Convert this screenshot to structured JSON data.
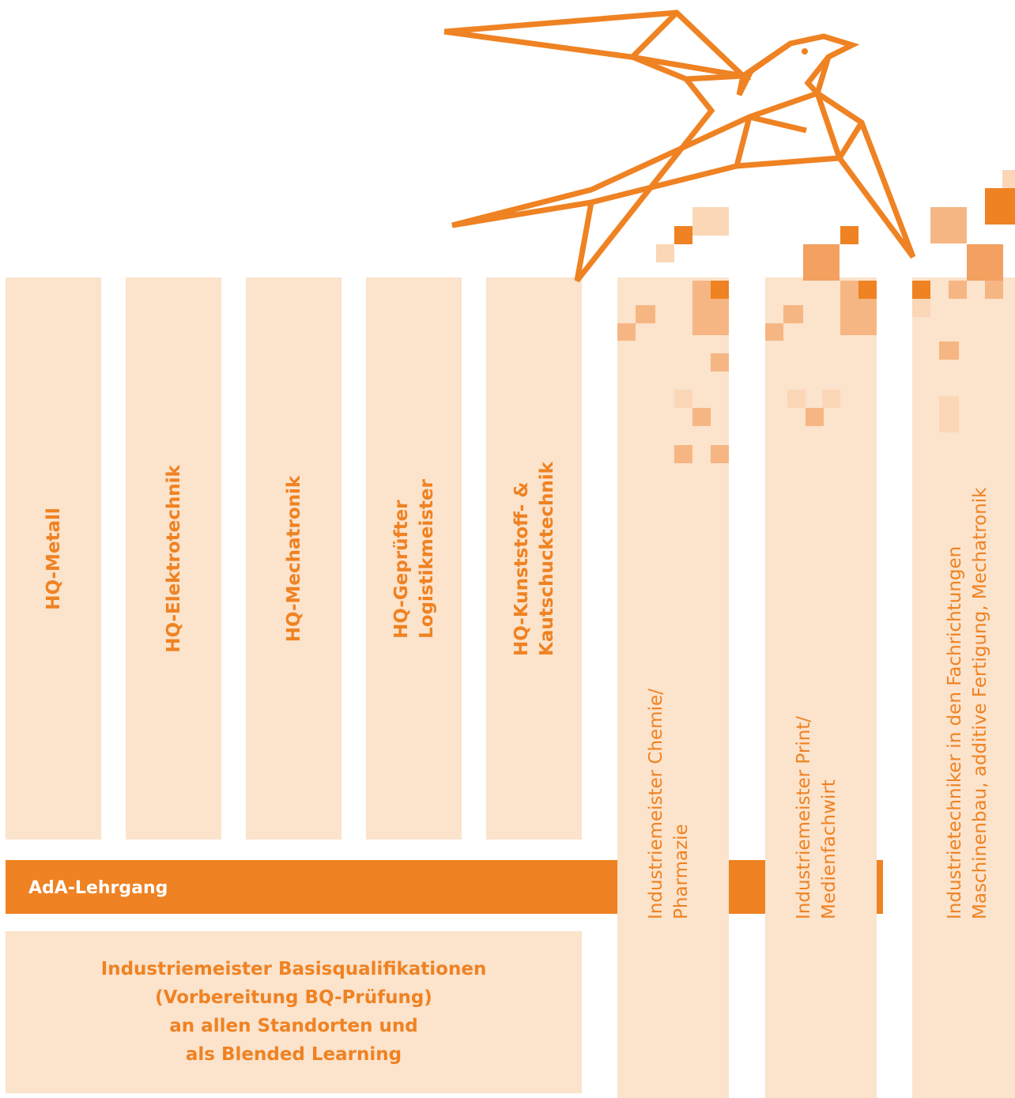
{
  "hq_columns": [
    {
      "lines": [
        "HQ-Metall"
      ]
    },
    {
      "lines": [
        "HQ-Elektrotechnik"
      ]
    },
    {
      "lines": [
        "HQ-Mechatronik"
      ]
    },
    {
      "lines": [
        "HQ-Geprüfter",
        "Logistikmeister"
      ]
    },
    {
      "lines": [
        "HQ-Kunststoff- &",
        "Kautschucktechnik"
      ]
    }
  ],
  "tall_columns": [
    {
      "lines": [
        "Industriemeister Chemie/",
        "Pharmazie"
      ]
    },
    {
      "lines": [
        "Industriemeister Print/",
        "Medienfachwirt"
      ]
    },
    {
      "lines": [
        "Industrietechniker in den Fachrichtungen",
        "Maschinenbau, additive Fertigung, Mechatronik"
      ]
    }
  ],
  "ada": {
    "label": "AdA-Lehrgang"
  },
  "basis": {
    "lines": [
      "Industriemeister Basisqualifikationen",
      "(Vorbereitung BQ-Prüfung)",
      "an allen Standorten und",
      "als Blended Learning"
    ]
  },
  "colors": {
    "accent": "#ef8222",
    "light": "#fbe3cc",
    "mid": "#f6b683",
    "pale": "#fbd7b7"
  },
  "decoration": {
    "icon": "origami-bird-icon"
  }
}
